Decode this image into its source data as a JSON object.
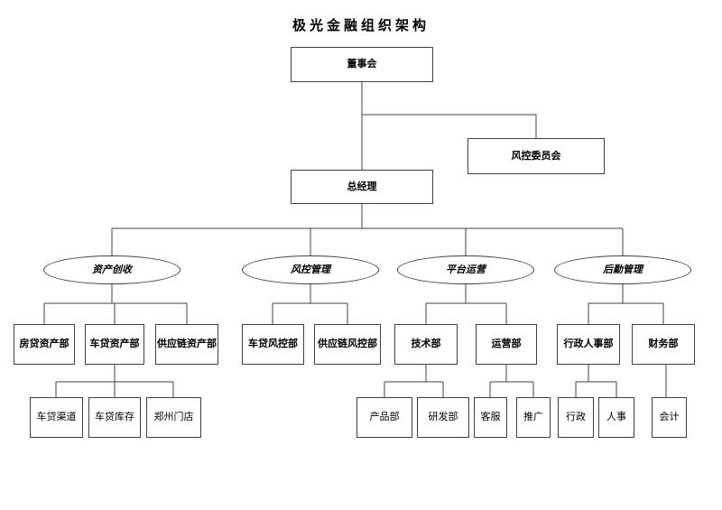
{
  "title": "极光金融组织架构",
  "colors": {
    "background": "#ffffff",
    "line": "#404040",
    "text": "#000000"
  },
  "nodes": {
    "board": "董事会",
    "risk_committee": "风控委员会",
    "general_manager": "总经理",
    "asset_creation": "资产创收",
    "risk_management": "风控管理",
    "platform_operation": "平台运营",
    "logistics_management": "后勤管理",
    "mortgage_asset_dept": "房贷资产部",
    "car_loan_asset_dept": "车贷资产部",
    "supply_chain_asset_dept": "供应链资产部",
    "car_loan_risk_dept": "车贷风控部",
    "supply_chain_risk_dept": "供应链风控部",
    "tech_dept": "技术部",
    "operation_dept": "运营部",
    "admin_hr_dept": "行政人事部",
    "finance_dept": "财务部",
    "car_loan_channel": "车贷渠道",
    "car_loan_inventory": "车贷库存",
    "zhengzhou_store": "郑州门店",
    "product_dept": "产品部",
    "rd_dept": "研发部",
    "customer_service": "客服",
    "promotion": "推广",
    "admin": "行政",
    "hr": "人事",
    "accounting": "会计"
  },
  "edges": [
    [
      "board",
      "general_manager"
    ],
    [
      "board",
      "risk_committee"
    ],
    [
      "general_manager",
      "asset_creation"
    ],
    [
      "general_manager",
      "risk_management"
    ],
    [
      "general_manager",
      "platform_operation"
    ],
    [
      "general_manager",
      "logistics_management"
    ],
    [
      "asset_creation",
      "mortgage_asset_dept"
    ],
    [
      "asset_creation",
      "car_loan_asset_dept"
    ],
    [
      "asset_creation",
      "supply_chain_asset_dept"
    ],
    [
      "risk_management",
      "car_loan_risk_dept"
    ],
    [
      "risk_management",
      "supply_chain_risk_dept"
    ],
    [
      "platform_operation",
      "tech_dept"
    ],
    [
      "platform_operation",
      "operation_dept"
    ],
    [
      "logistics_management",
      "admin_hr_dept"
    ],
    [
      "logistics_management",
      "finance_dept"
    ],
    [
      "car_loan_asset_dept",
      "car_loan_channel"
    ],
    [
      "car_loan_asset_dept",
      "car_loan_inventory"
    ],
    [
      "car_loan_asset_dept",
      "zhengzhou_store"
    ],
    [
      "tech_dept",
      "product_dept"
    ],
    [
      "tech_dept",
      "rd_dept"
    ],
    [
      "operation_dept",
      "customer_service"
    ],
    [
      "operation_dept",
      "promotion"
    ],
    [
      "admin_hr_dept",
      "admin"
    ],
    [
      "admin_hr_dept",
      "hr"
    ],
    [
      "finance_dept",
      "accounting"
    ]
  ]
}
